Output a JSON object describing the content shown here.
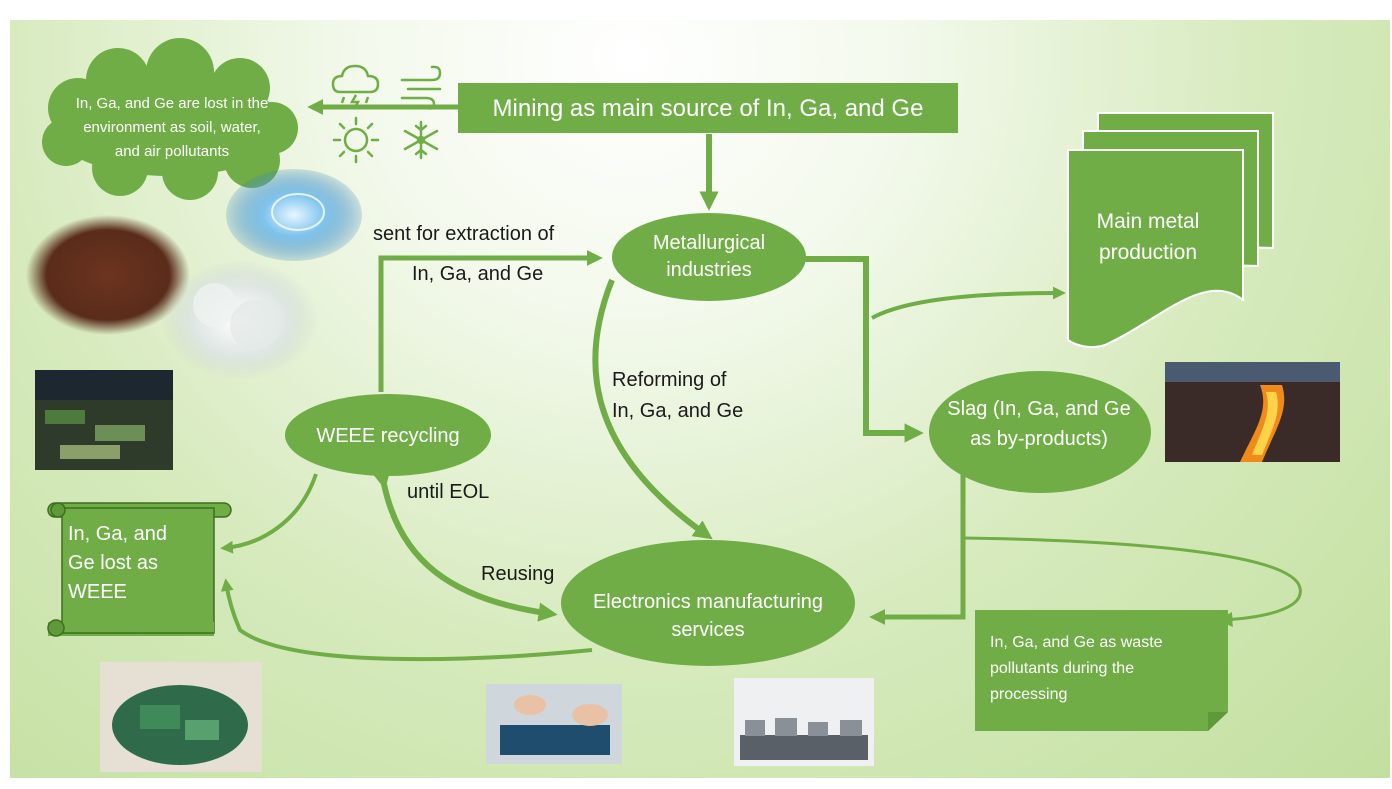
{
  "nodes": {
    "mining": "Mining as main source of In, Ga, and Ge",
    "lost_env": "In, Ga, and Ge are lost in the environment as soil, water, and air pollutants",
    "metallurgical": "Metallurgical industries",
    "main_metal": "Main metal production",
    "slag": "Slag (In, Ga, and Ge as by-products)",
    "weee_recycling": "WEEE recycling",
    "lost_weee": "In, Ga, and Ge lost as WEEE",
    "electronics": "Electronics manufacturing services",
    "waste_pollutants": "In, Ga, and Ge as waste pollutants during the processing"
  },
  "edge_labels": {
    "extraction_line1": "sent for extraction of",
    "extraction_line2": "In, Ga, and Ge",
    "reforming_line1": "Reforming of",
    "reforming_line2": "In, Ga, and Ge",
    "until_eol": "until EOL",
    "reusing": "Reusing"
  },
  "icons": [
    "cloud-rain-lightning-icon",
    "wind-icon",
    "sun-icon",
    "snowflake-icon"
  ],
  "colors": {
    "node_fill": "#70ad47",
    "node_fill_dark": "#5e9a38",
    "arrow": "#70ad47",
    "text_on_node": "#ffffff"
  }
}
